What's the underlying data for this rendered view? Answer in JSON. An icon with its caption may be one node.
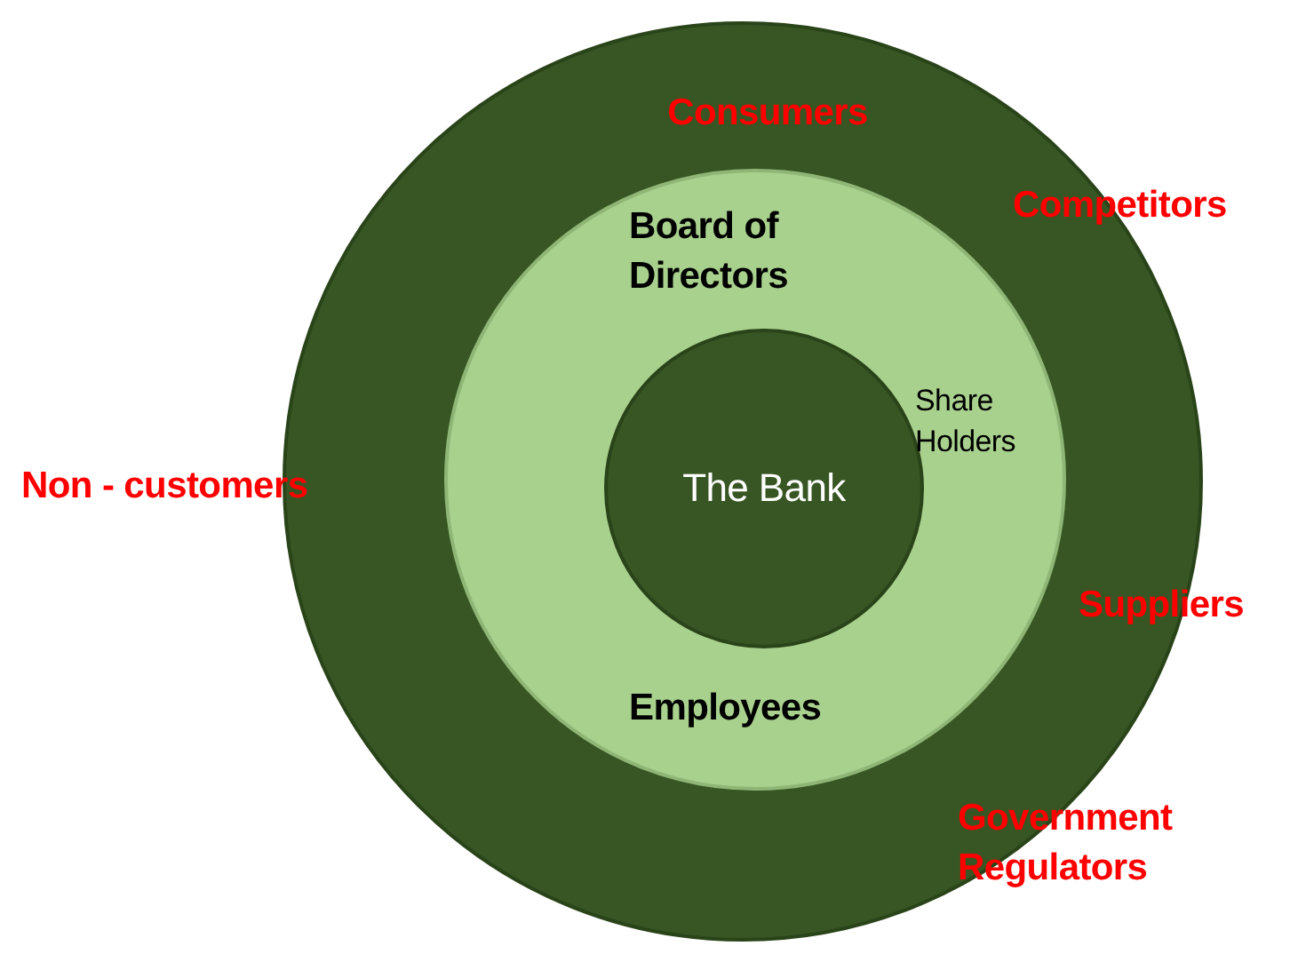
{
  "diagram": {
    "nodes": [
      {
        "text": [
          "Consumers",
          "Competitors",
          "Non - customers",
          "Suppliers",
          "Government Regulators"
        ]
      },
      {
        "text": [
          "Board of Directors",
          "Share Holders",
          "Employees"
        ],
        "in": 0
      },
      {
        "text": [
          "The Bank"
        ],
        "in": 1
      }
    ]
  }
}
